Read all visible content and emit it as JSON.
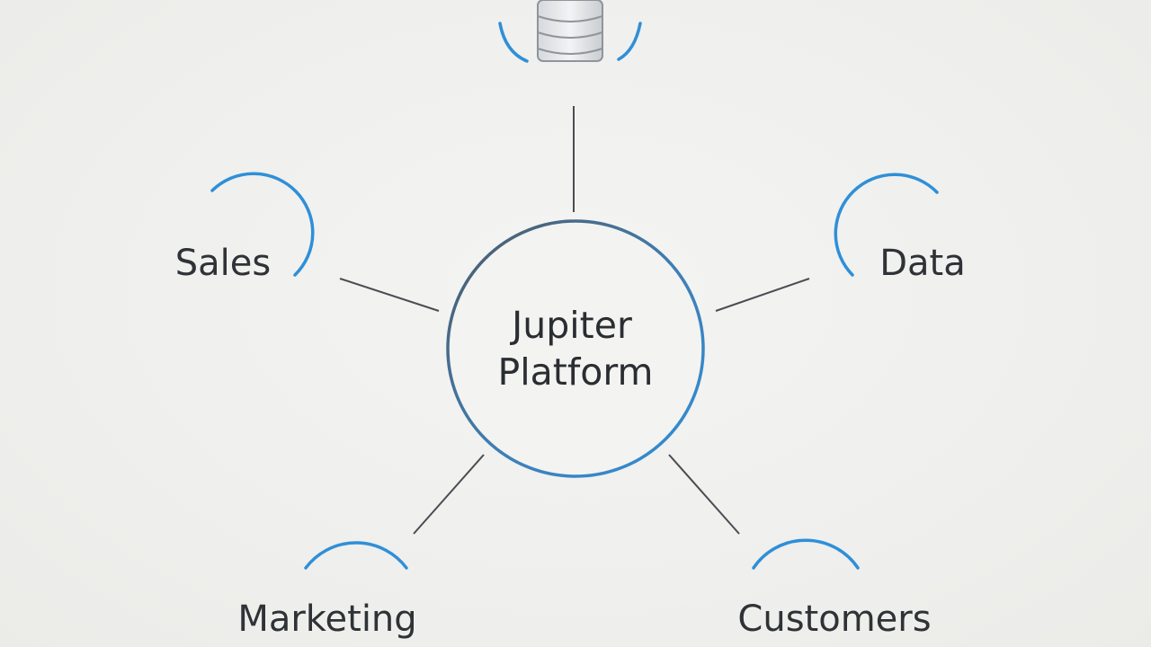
{
  "hub": {
    "line1": "Jupiter",
    "line2": "Platform"
  },
  "nodes": [
    {
      "id": "sales",
      "label": "Sales"
    },
    {
      "id": "data",
      "label": "Data"
    },
    {
      "id": "marketing",
      "label": "Marketing"
    },
    {
      "id": "customers",
      "label": "Customers"
    }
  ],
  "top_node": {
    "icon": "database-icon"
  },
  "colors": {
    "accent": "#2f8fd8",
    "hub_ring_dark": "#4d5a66",
    "line": "#4a4d52",
    "text": "#2f3236"
  }
}
